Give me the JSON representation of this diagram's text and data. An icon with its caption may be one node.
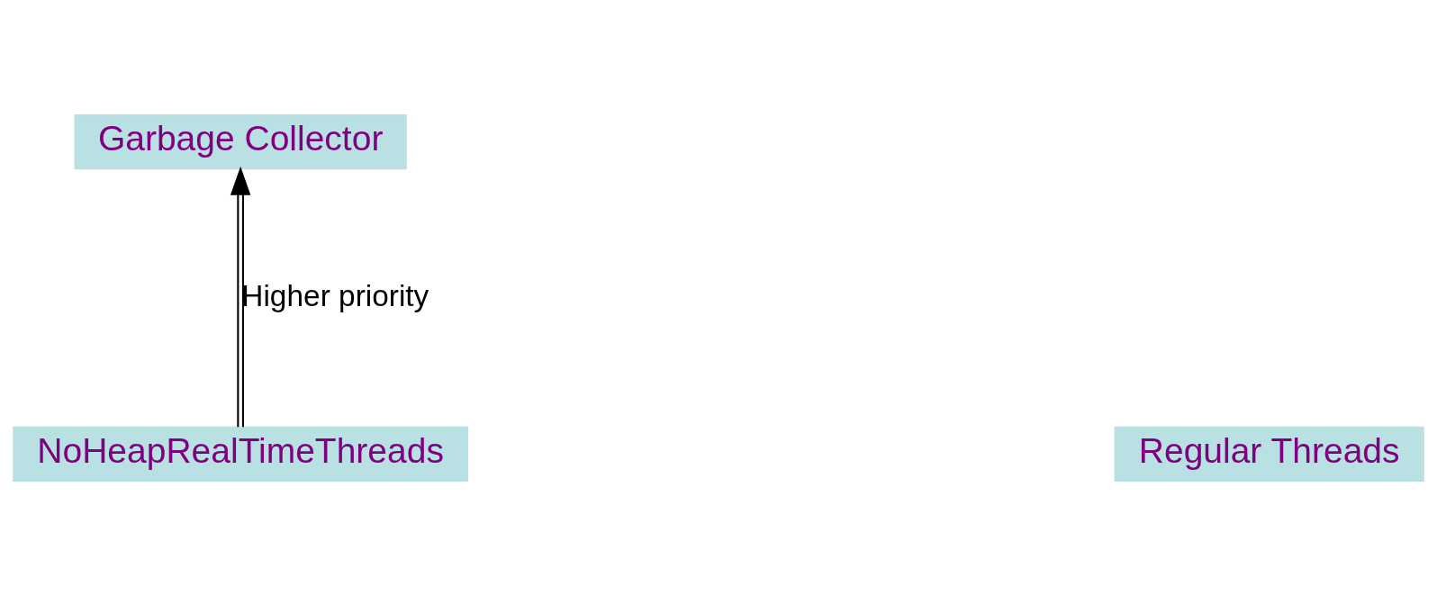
{
  "diagram": {
    "nodes": [
      {
        "text": [
          "Garbage Collector"
        ]
      },
      {
        "text": [
          "NoHeapRealTimeThreads"
        ]
      },
      {
        "text": [
          "Regular Threads"
        ]
      }
    ],
    "edges": [
      {
        "from": 1,
        "to": 0,
        "arrow": "to",
        "label": "Higher priority"
      }
    ]
  }
}
